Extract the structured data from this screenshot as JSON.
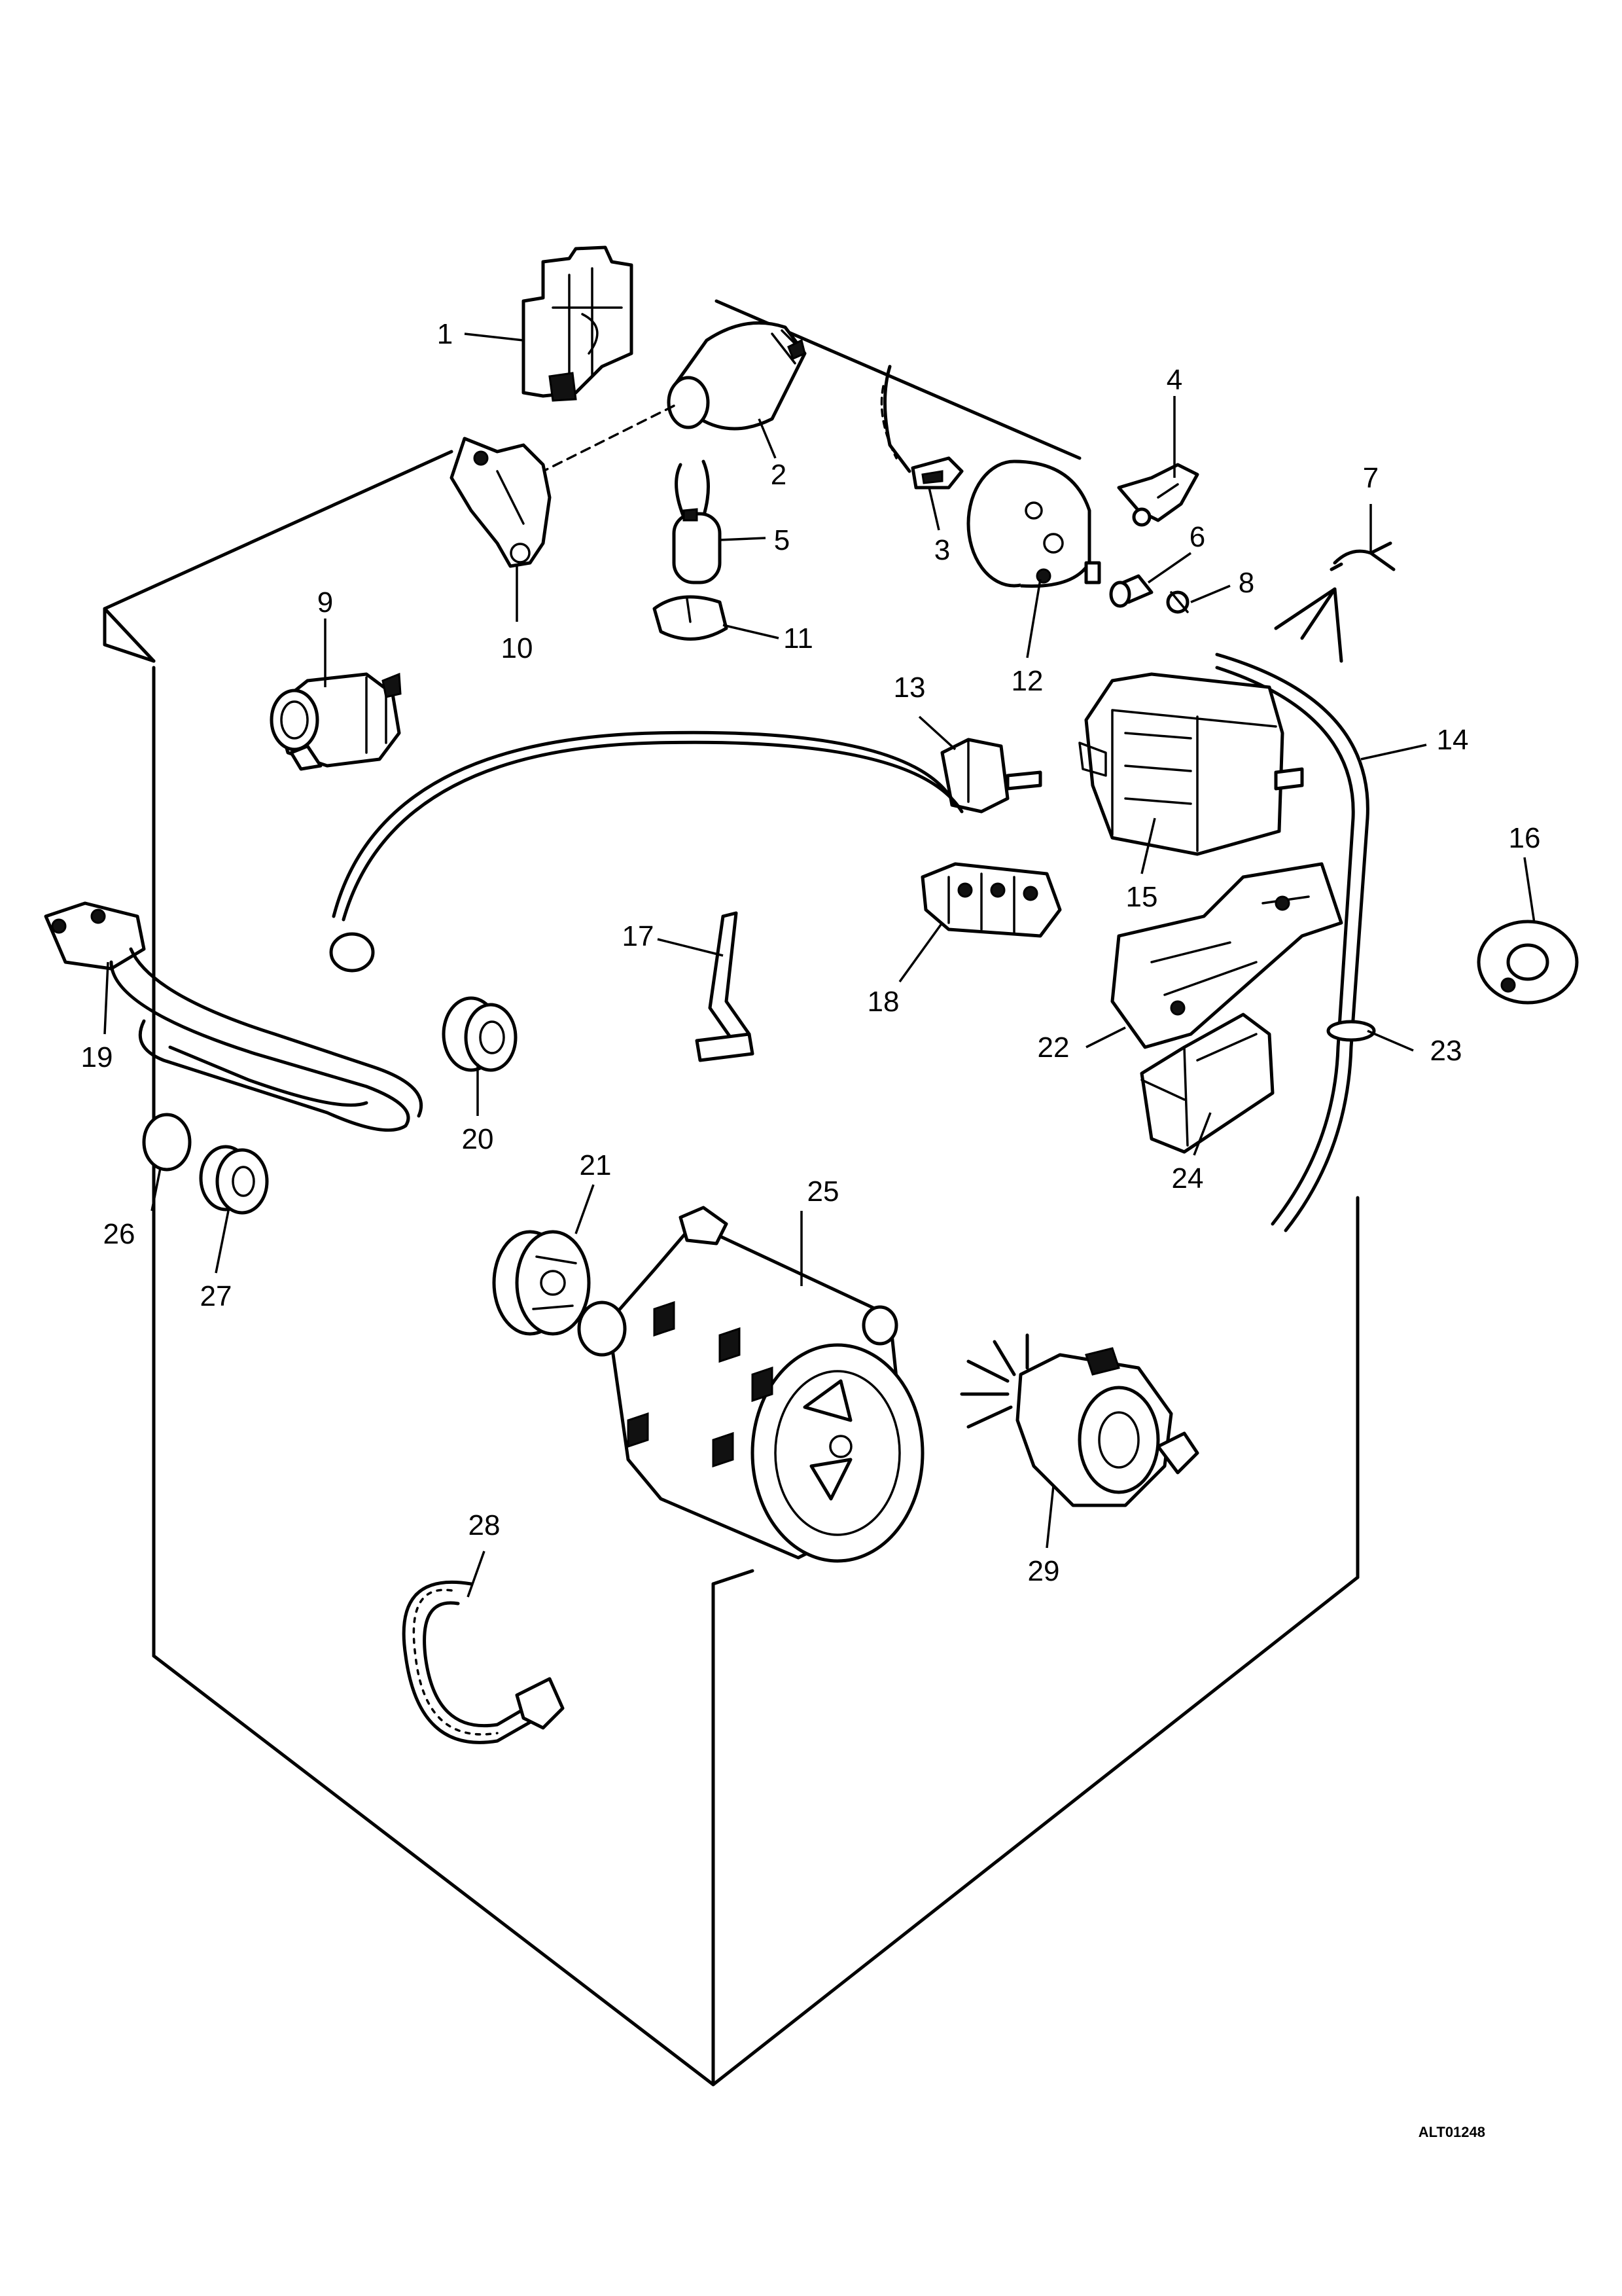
{
  "drawing_code": "ALT01248",
  "callouts": [
    {
      "label": "1"
    },
    {
      "label": "2"
    },
    {
      "label": "3"
    },
    {
      "label": "4"
    },
    {
      "label": "5"
    },
    {
      "label": "6"
    },
    {
      "label": "7"
    },
    {
      "label": "8"
    },
    {
      "label": "9"
    },
    {
      "label": "10"
    },
    {
      "label": "11"
    },
    {
      "label": "12"
    },
    {
      "label": "13"
    },
    {
      "label": "14"
    },
    {
      "label": "15"
    },
    {
      "label": "16"
    },
    {
      "label": "17"
    },
    {
      "label": "18"
    },
    {
      "label": "19"
    },
    {
      "label": "20"
    },
    {
      "label": "21"
    },
    {
      "label": "22"
    },
    {
      "label": "23"
    },
    {
      "label": "24"
    },
    {
      "label": "25"
    },
    {
      "label": "26"
    },
    {
      "label": "27"
    },
    {
      "label": "28"
    },
    {
      "label": "29"
    }
  ]
}
